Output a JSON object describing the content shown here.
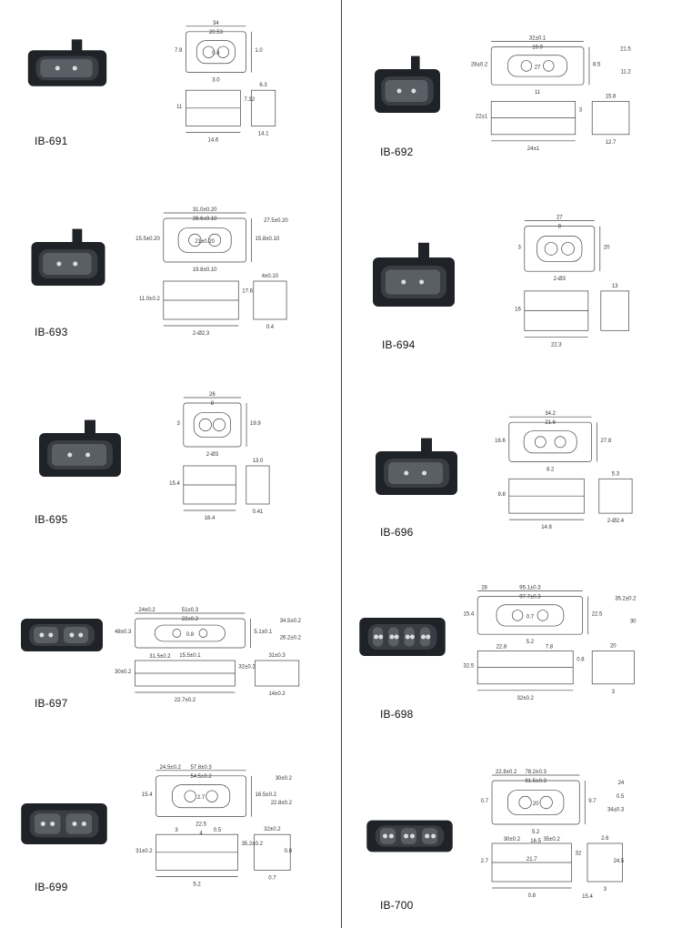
{
  "products": [
    {
      "model": "IB-691",
      "dims": [
        "34",
        "20.53",
        "3.0",
        "1.0",
        "7.9",
        "14.6",
        "11",
        "6.3",
        "14.1",
        "0.4",
        "7.32"
      ]
    },
    {
      "model": "IB-692",
      "dims": [
        "32±0.1",
        "19.9",
        "11",
        "8.5",
        "28±0.2",
        "24±1",
        "22±1",
        "15.8",
        "12.7",
        "27",
        "3",
        "21.5",
        "11.2"
      ]
    },
    {
      "model": "IB-693",
      "dims": [
        "31.0±0.20",
        "26.6±0.10",
        "19.8±0.10",
        "15.8±0.10",
        "15.5±0.20",
        "2-Ø2.3",
        "11.0±0.2",
        "4±0.10",
        "0.4",
        "21±0.20",
        "17.6",
        "27.5±0.20"
      ]
    },
    {
      "model": "IB-694",
      "dims": [
        "27",
        "8",
        "2-Ø3",
        "20",
        "3",
        "22.3",
        "16",
        "13"
      ]
    },
    {
      "model": "IB-695",
      "dims": [
        "26",
        "8",
        "2-Ø3",
        "19.9",
        "3",
        "16.4",
        "15.4",
        "13.0",
        "0.41"
      ]
    },
    {
      "model": "IB-696",
      "dims": [
        "34.2",
        "21.6",
        "8.2",
        "27.8",
        "16.6",
        "14.8",
        "9.8",
        "5.3",
        "2-Ø2.4"
      ]
    },
    {
      "model": "IB-697",
      "dims": [
        "51±0.3",
        "22±0.2",
        "15.5±0.1",
        "5.1±0.1",
        "48±0.3",
        "22.7±0.2",
        "30±0.2",
        "31±0.3",
        "14±0.2",
        "0.8",
        "32±0.2",
        "34.5±0.2",
        "26.2±0.2",
        "24±0.2",
        "31.5±0.2"
      ]
    },
    {
      "model": "IB-698",
      "dims": [
        "95.1±0.3",
        "97.7±0.3",
        "5.2",
        "22.5",
        "15.4",
        "32±0.2",
        "32.5",
        "20",
        "3",
        "0.7",
        "0.8",
        "35.2±0.2",
        "30",
        "28",
        "22.8",
        "7.8"
      ]
    },
    {
      "model": "IB-699",
      "dims": [
        "57.8±0.3",
        "54.5±0.2",
        "22.5",
        "16.5±0.2",
        "15.4",
        "5.2",
        "31±0.2",
        "32±0.2",
        "0.7",
        "2.7",
        "35.2±0.2",
        "30±0.2",
        "22.8±0.2",
        "24.5±0.2",
        "3",
        "0.5",
        "0.8",
        "4"
      ]
    },
    {
      "model": "IB-700",
      "dims": [
        "78.2±0.3",
        "81.5±0.3",
        "5.2",
        "9.7",
        "0.7",
        "0.8",
        "2.7",
        "2.6",
        "3",
        "20",
        "32",
        "24",
        "34±0.3",
        "22.8±0.2",
        "30±0.2",
        "35±0.2",
        "24.5",
        "16.5",
        "15.4",
        "21.7",
        "0.5"
      ]
    }
  ],
  "colors": {
    "photo_dark": "#1f2226",
    "photo_mid": "#3a3e44",
    "photo_light": "#5a5f66",
    "line": "#444444"
  }
}
